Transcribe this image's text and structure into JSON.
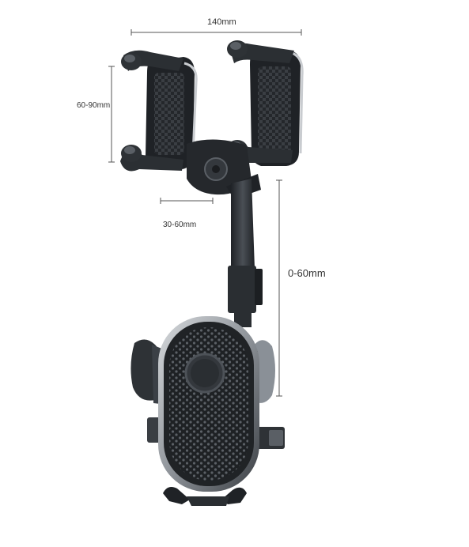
{
  "product": {
    "name": "",
    "image": "rearview-mirror-phone-holder-photo"
  },
  "dimensions": {
    "width_label": "140mm",
    "height_label": "60-90mm",
    "gap_label": "30-60mm",
    "extension_label": "0-60mm"
  },
  "colors": {
    "background": "#ffffff",
    "body": "#2b2f33",
    "accent": "#9aa0a6",
    "dimension_line": "#555555"
  }
}
